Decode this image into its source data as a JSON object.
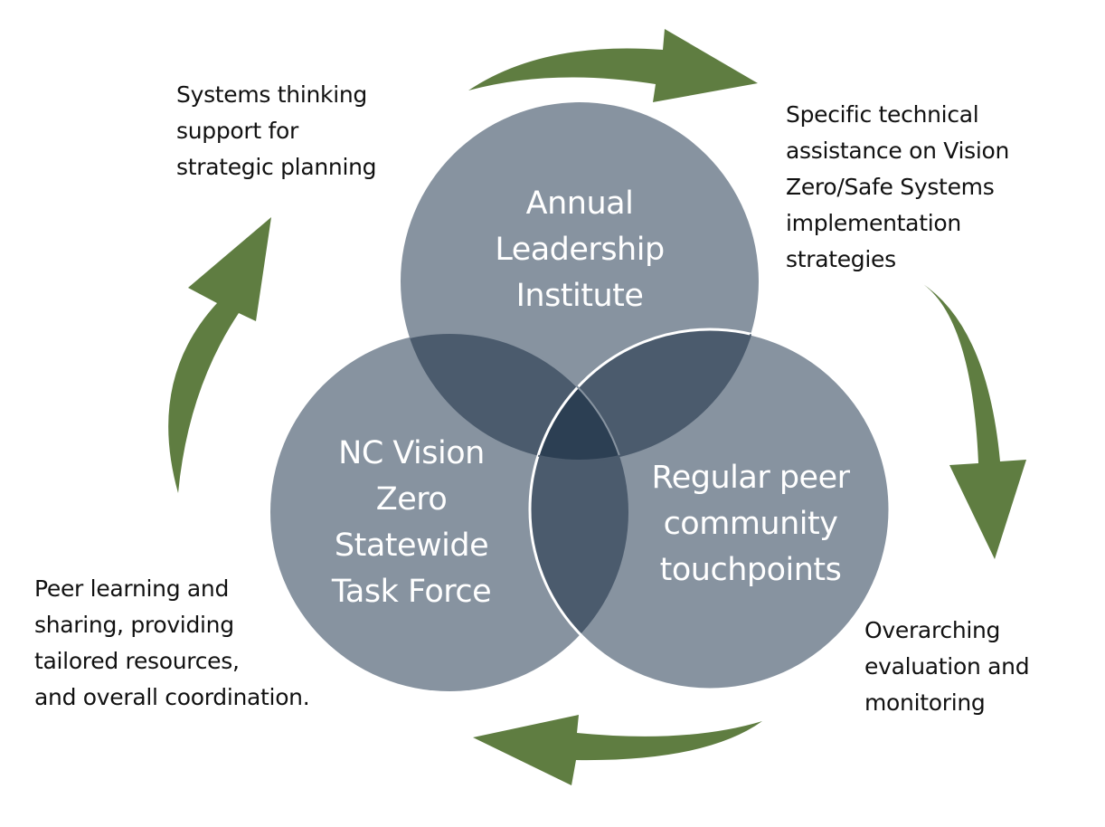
{
  "circles": {
    "top": "Annual\nLeadership\nInstitute",
    "left": "NC Vision\nZero\nStatewide\nTask Force",
    "right": "Regular peer\ncommunity\ntouchpoints"
  },
  "notes": {
    "top_left": "Systems thinking\nsupport for\nstrategic planning",
    "top_right": "Specific technical\nassistance on Vision\nZero/Safe Systems\nimplementation\nstrategies",
    "bottom_right": "Overarching\nevaluation and\nmonitoring",
    "bottom_left": "Peer learning and\nsharing, providing\ntailored resources,\nand overall coordination."
  },
  "colors": {
    "circle": "#8793a0",
    "overlap": "#4b5b6d",
    "center": "#2c3f53",
    "arrow": "#5f7d41"
  }
}
